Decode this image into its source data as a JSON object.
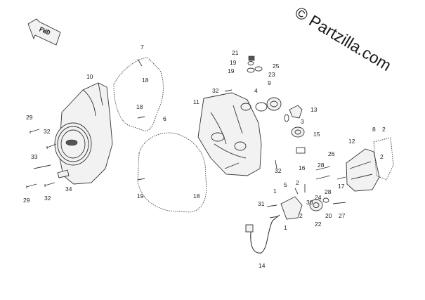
{
  "watermark": "© Partzilla.com",
  "direction_badge": "FWD",
  "icons": {
    "direction": "fwd-arrow-icon"
  },
  "callouts": {
    "c29a": "29",
    "c32a": "32",
    "c33": "33",
    "c34": "34",
    "c29b": "29",
    "c32b": "32",
    "c10": "10",
    "c7": "7",
    "c18a": "18",
    "c18b": "18",
    "c6": "6",
    "c18c": "18",
    "c19a": "19",
    "c11": "11",
    "c32c": "32",
    "c21": "21",
    "c19b": "19",
    "c19c": "19",
    "c25": "25",
    "c23": "23",
    "c9": "9",
    "c4": "4",
    "c13": "13",
    "c3": "3",
    "c15": "15",
    "c8": "8",
    "c2a": "2",
    "c12": "12",
    "c2b": "2",
    "c26": "26",
    "c16": "16",
    "c32d": "32",
    "c28a": "28",
    "c5": "5",
    "c2c": "2",
    "c1a": "1",
    "c17": "17",
    "c28b": "28",
    "c24": "24",
    "c30": "30",
    "c31": "31",
    "c2d": "2",
    "c20": "20",
    "c27": "27",
    "c22": "22",
    "c1b": "1",
    "c14": "14"
  }
}
